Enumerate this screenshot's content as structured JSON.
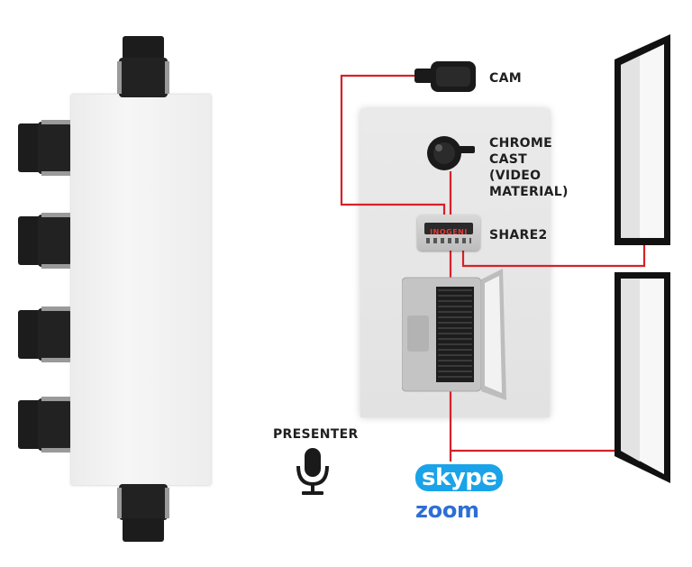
{
  "labels": {
    "cam": "CAM",
    "chromecast": "CHROME\nCAST\n(VIDEO\nMATERIAL)",
    "share2": "SHARE2",
    "presenter": "PRESENTER",
    "device_brand": "INOGENI"
  },
  "logos": {
    "skype": "skype",
    "zoom": "zoom"
  },
  "colors": {
    "cable": "#d62128",
    "table": "#eeeeee",
    "chair": "#1c1c1c",
    "panel": "#e6e6e6",
    "skype_blue": "#1aa3e8",
    "zoom_blue": "#2d6fd6"
  },
  "icons": [
    "camera-icon",
    "chromecast-icon",
    "inogeni-share2-device",
    "laptop-icon",
    "microphone-icon",
    "display-screen-icon"
  ]
}
